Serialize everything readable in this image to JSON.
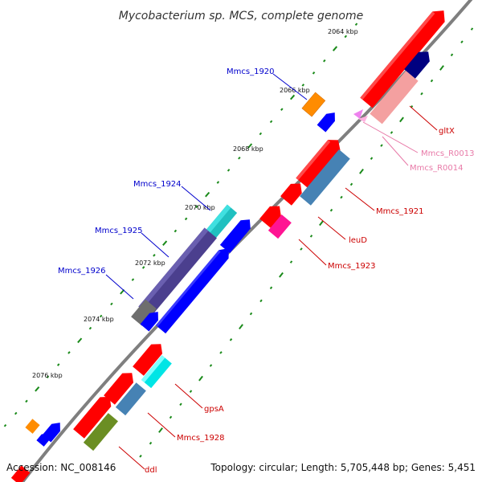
{
  "title": "Mycobacterium sp. MCS, complete genome",
  "footer": {
    "accession": "Accession: NC_008146",
    "topology": "Topology: circular; Length: 5,705,448 bp; Genes: 5,451"
  },
  "ticks": [
    "2064 kbp",
    "2066 kbp",
    "2068 kbp",
    "2070 kbp",
    "2072 kbp",
    "2074 kbp",
    "2076 kbp"
  ],
  "gene_labels": {
    "mmcs_1920": "Mmcs_1920",
    "mmcs_1924": "Mmcs_1924",
    "mmcs_1925": "Mmcs_1925",
    "mmcs_1926": "Mmcs_1926",
    "gltx": "gltX",
    "mmcs_r0013": "Mmcs_R0013",
    "mmcs_r0014": "Mmcs_R0014",
    "mmcs_1921": "Mmcs_1921",
    "leud": "leuD",
    "mmcs_1923": "Mmcs_1923",
    "gpsa": "gpsA",
    "mmcs_1928": "Mmcs_1928",
    "ddl": "ddl"
  },
  "colors": {
    "backbone": "#7f7f7f",
    "tick_green": "#1a8a1a",
    "label_blue": "#0000cc",
    "label_red": "#cc0000",
    "label_pink": "#e87aa8",
    "red": "#ff0000",
    "blue": "#0000ff",
    "navy": "#000080",
    "steel": "#4682b4",
    "pink": "#f4a0a0",
    "magenta": "#ff1493",
    "orange": "#ff8c00",
    "cyan": "#00ffff",
    "teal": "#20b2aa",
    "slate": "#483d8b",
    "gray": "#696969",
    "olive": "#6b8e23"
  }
}
